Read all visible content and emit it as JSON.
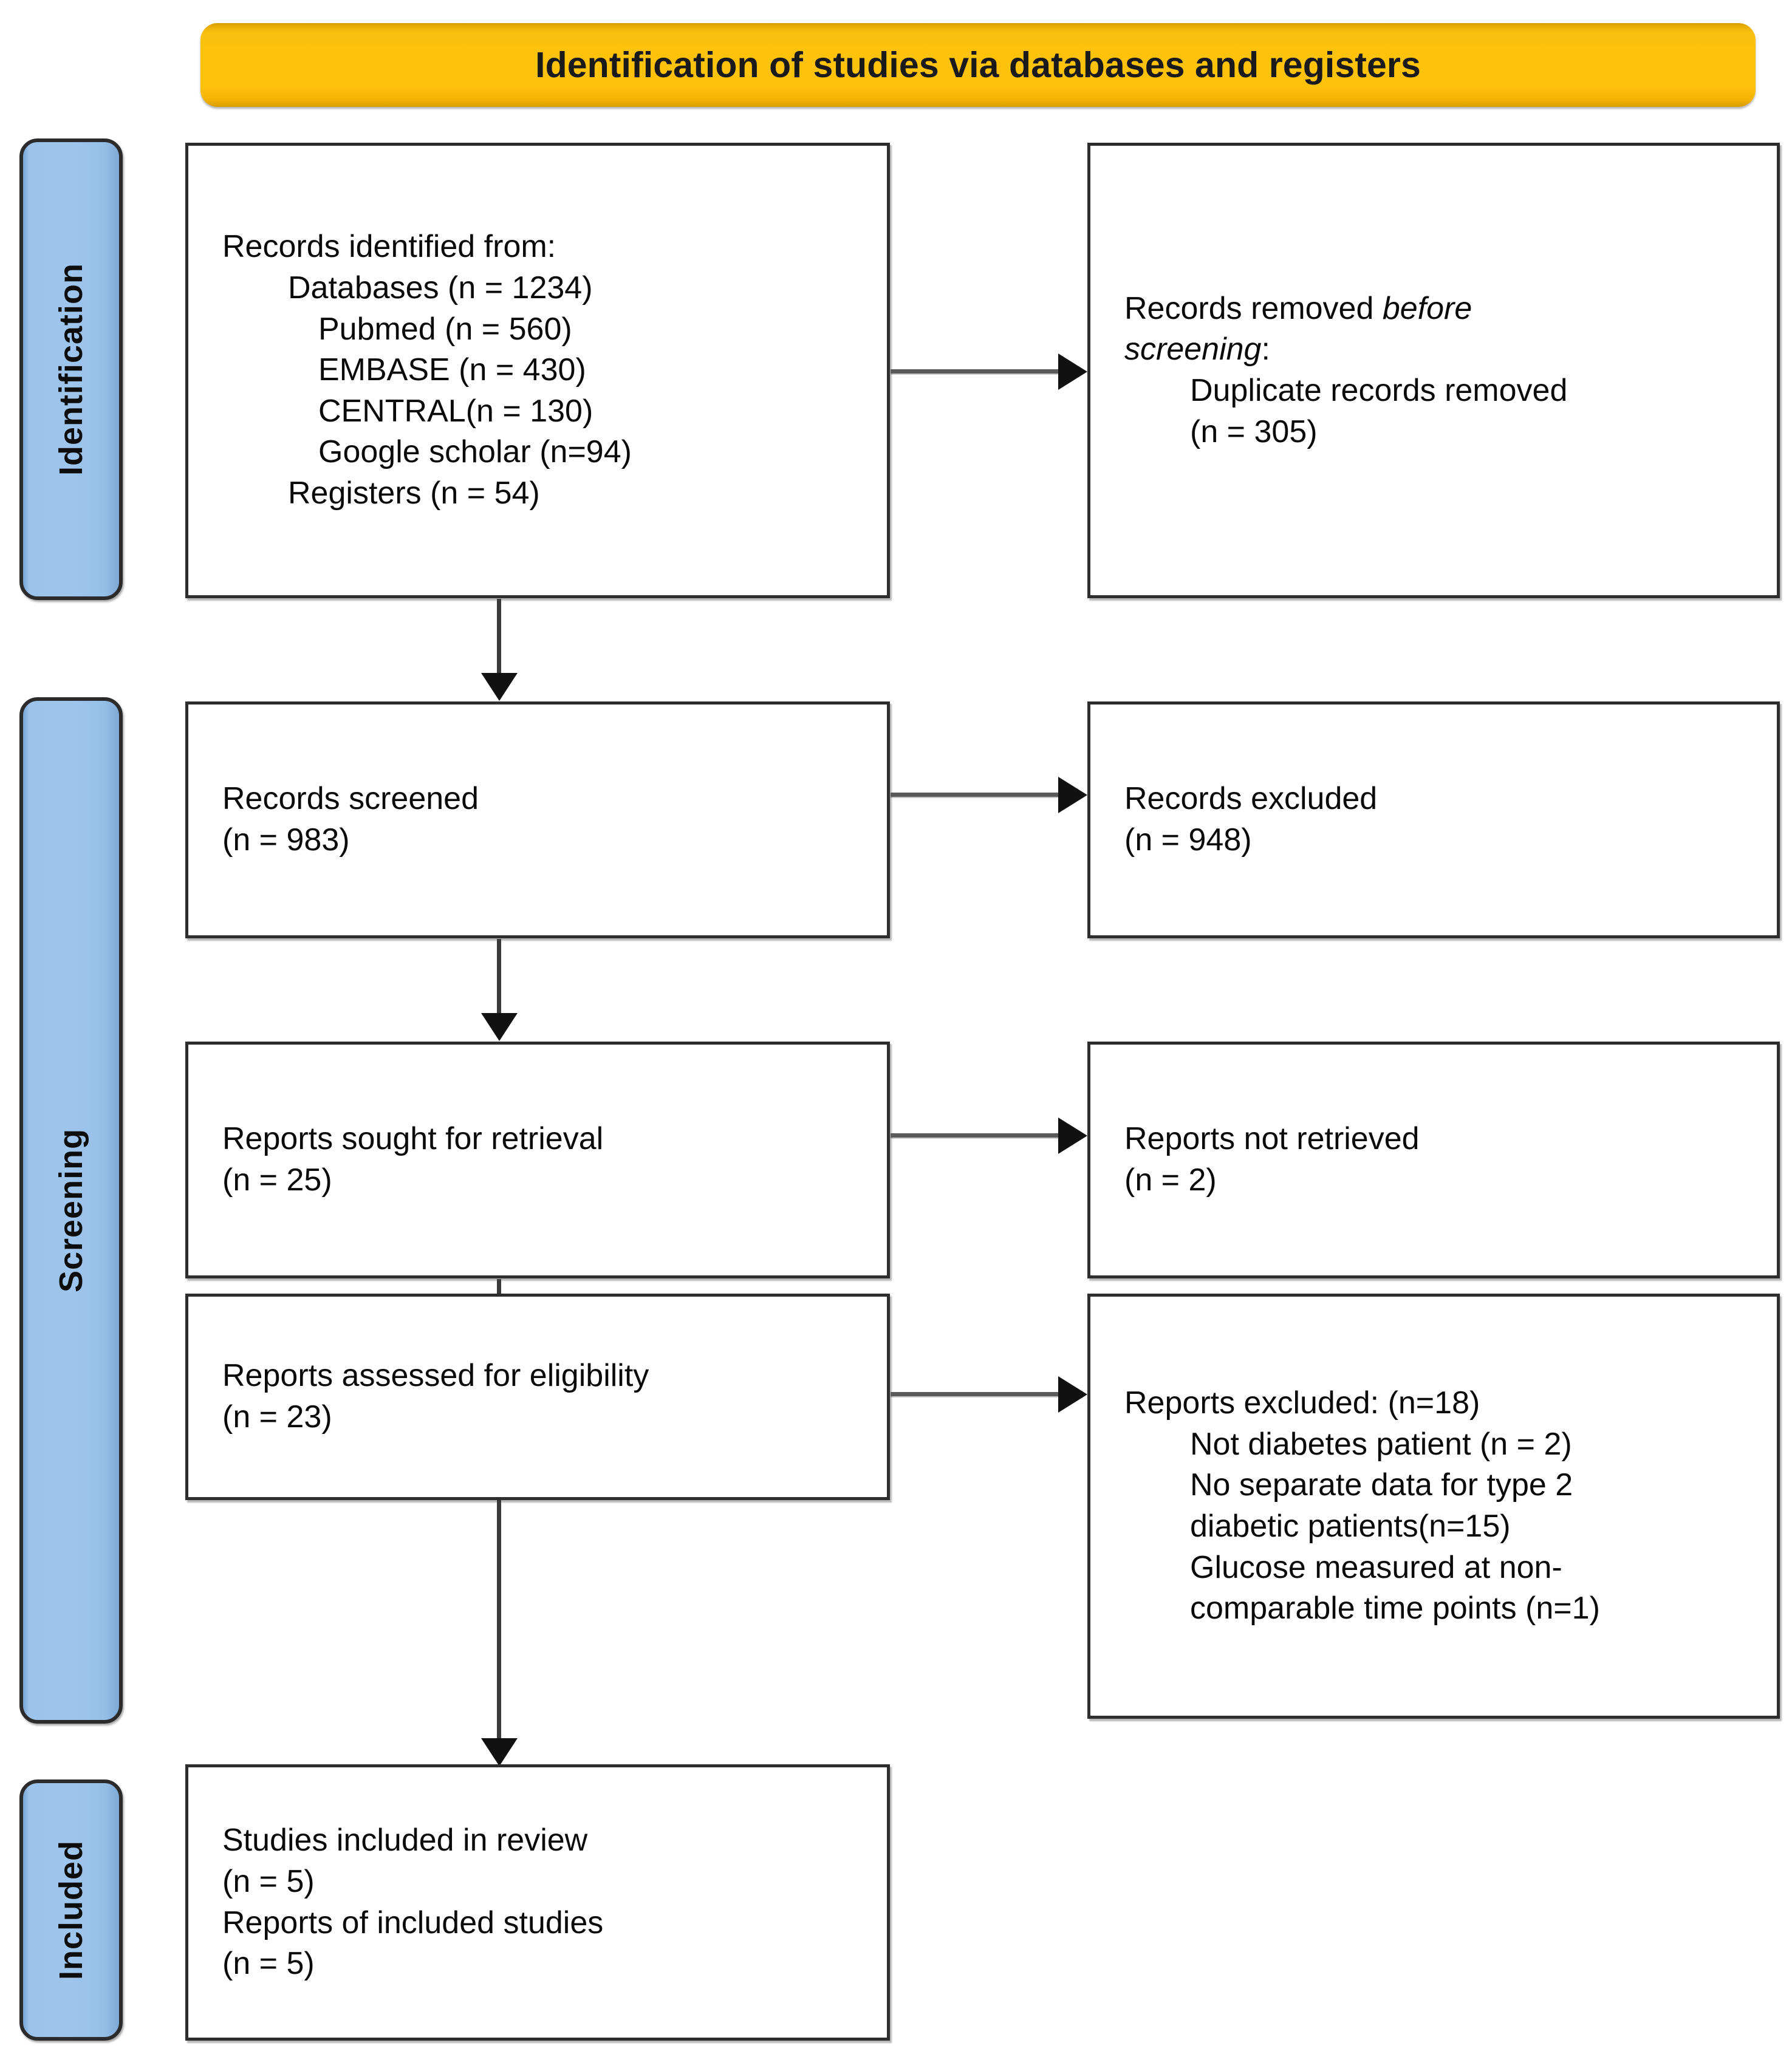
{
  "diagram": {
    "type": "PRISMA 2020 flow diagram",
    "banner": {
      "title": "Identification of studies via databases and registers"
    },
    "stages": [
      {
        "id": "identification",
        "label": "Identification"
      },
      {
        "id": "screening",
        "label": "Screening"
      },
      {
        "id": "included",
        "label": "Included"
      }
    ],
    "boxes": {
      "records_identified": {
        "lines": [
          {
            "text": "Records identified from:",
            "indent": 0
          },
          {
            "text": "Databases (n = 1234)",
            "indent": 1
          },
          {
            "text": "Pubmed (n = 560)",
            "indent": 2
          },
          {
            "text": "EMBASE (n = 430)",
            "indent": 2
          },
          {
            "text": "CENTRAL(n = 130)",
            "indent": 2
          },
          {
            "text": "Google scholar (n=94)",
            "indent": 2
          },
          {
            "text": "Registers (n = 54)",
            "indent": 1
          }
        ]
      },
      "records_removed": {
        "lead_plain": "Records removed ",
        "lead_italic_1": "before",
        "lead_italic_2": "screening",
        "lead_colon": ":",
        "lines": [
          {
            "text": "Duplicate records removed",
            "indent": 1
          },
          {
            "text": "(n = 305)",
            "indent": 1
          }
        ]
      },
      "records_screened": {
        "lines": [
          {
            "text": "Records screened",
            "indent": 0
          },
          {
            "text": "(n = 983)",
            "indent": 0
          }
        ]
      },
      "records_excluded": {
        "lines": [
          {
            "text": "Records excluded",
            "indent": 0
          },
          {
            "text": "(n = 948)",
            "indent": 0
          }
        ]
      },
      "reports_sought": {
        "lines": [
          {
            "text": "Reports sought for retrieval",
            "indent": 0
          },
          {
            "text": "(n = 25)",
            "indent": 0
          }
        ]
      },
      "reports_not_retrieved": {
        "lines": [
          {
            "text": "Reports not retrieved",
            "indent": 0
          },
          {
            "text": "(n = 2)",
            "indent": 0
          }
        ]
      },
      "reports_assessed": {
        "lines": [
          {
            "text": "Reports assessed for eligibility",
            "indent": 0
          },
          {
            "text": "(n = 23)",
            "indent": 0
          }
        ]
      },
      "reports_excluded": {
        "lines": [
          {
            "text": "Reports excluded: (n=18)",
            "indent": 0
          },
          {
            "text": "Not diabetes patient (n = 2)",
            "indent": 1
          },
          {
            "text": "No separate data for type 2",
            "indent": 1
          },
          {
            "text": "diabetic patients(n=15)",
            "indent": 1
          },
          {
            "text": "Glucose measured at non-",
            "indent": 1
          },
          {
            "text": "comparable time points (n=1)",
            "indent": 1
          }
        ]
      },
      "studies_included": {
        "lines": [
          {
            "text": "Studies included in review",
            "indent": 0
          },
          {
            "text": "(n = 5)",
            "indent": 0
          },
          {
            "text": "Reports of included studies",
            "indent": 0
          },
          {
            "text": "(n = 5)",
            "indent": 0
          }
        ]
      }
    },
    "colors": {
      "banner_fill": "#ffc20a",
      "stage_tab_fill": "#9ec5ec",
      "box_border": "#2e2e2e",
      "box_fill": "#ffffff",
      "connector": "#3a3a3a",
      "text": "#0a0a0a"
    }
  }
}
